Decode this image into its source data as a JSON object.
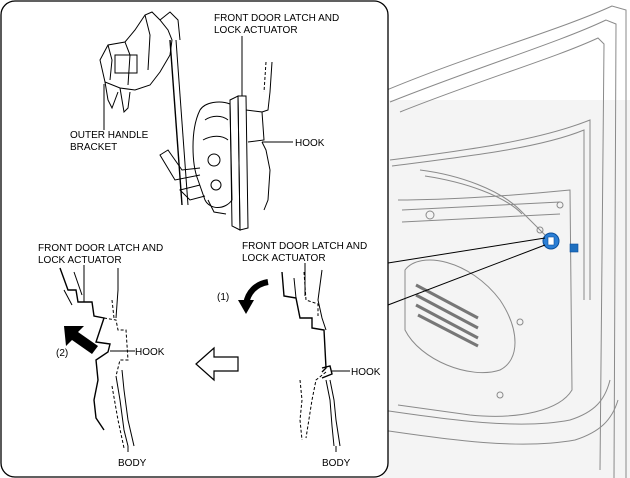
{
  "labels": {
    "top_latch": [
      "FRONT DOOR LATCH AND",
      "LOCK ACTUATOR"
    ],
    "outer_handle": [
      "OUTER HANDLE",
      "BRACKET"
    ],
    "top_hook": "HOOK",
    "left_latch": [
      "FRONT DOOR LATCH AND",
      "LOCK ACTUATOR"
    ],
    "right_latch": [
      "FRONT DOOR LATCH AND",
      "LOCK ACTUATOR"
    ],
    "step1": "(1)",
    "step2": "(2)",
    "left_hook": "HOOK",
    "right_hook": "HOOK",
    "left_body": "BODY",
    "right_body": "BODY"
  },
  "colors": {
    "line": "#000000",
    "car_body": "#8a8a8a",
    "car_shade": "#d9d9d9",
    "clip_blue": "#2b7fd6"
  },
  "icons": {
    "transition_arrow": "hollow-left-arrow",
    "step1_arrow": "curved-arrow-down-left",
    "step2_arrow": "solid-arrow-up-left"
  }
}
